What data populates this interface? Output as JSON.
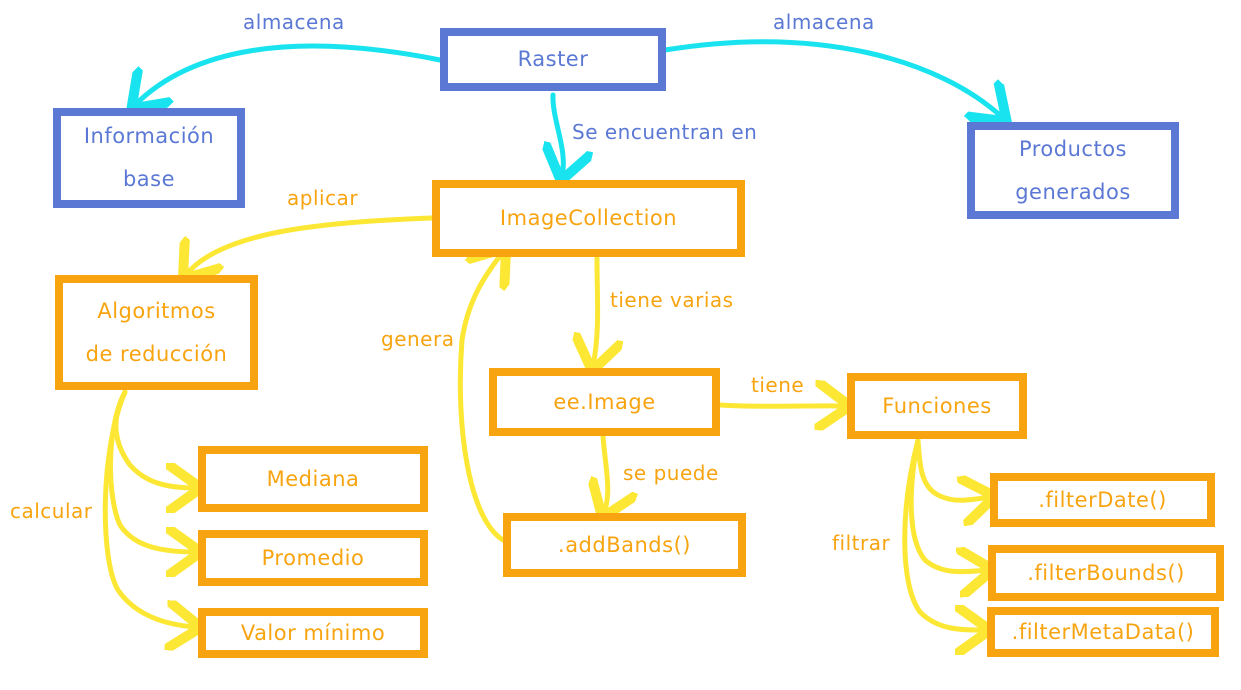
{
  "nodes": {
    "raster": "Raster",
    "informacion_base": "Información\nbase",
    "productos_generados": "Productos\ngenerados",
    "image_collection": "ImageCollection",
    "algoritmos": "Algoritmos\nde reducción",
    "ee_image": "ee.Image",
    "funciones": "Funciones",
    "mediana": "Mediana",
    "promedio": "Promedio",
    "valor_minimo": "Valor mínimo",
    "add_bands": ".addBands()",
    "filter_date": ".filterDate()",
    "filter_bounds": ".filterBounds()",
    "filter_metadata": ".filterMetaData()"
  },
  "labels": {
    "almacena_left": "almacena",
    "almacena_right": "almacena",
    "se_encuentran_en": "Se encuentran en",
    "aplicar": "aplicar",
    "tiene_varias": "tiene varias",
    "genera": "genera",
    "tiene": "tiene",
    "se_puede": "se puede",
    "calcular": "calcular",
    "filtrar": "filtrar"
  },
  "colors": {
    "blue": "#5b78d4",
    "orange": "#f7a410",
    "cyan": "#19e3ee",
    "yellow": "#fde735"
  }
}
